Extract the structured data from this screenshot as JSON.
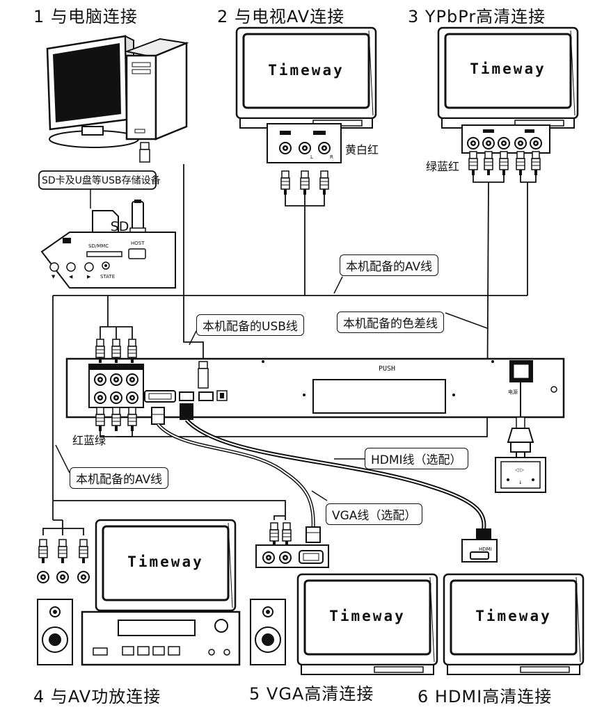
{
  "titles": {
    "t1": "1 与电脑连接",
    "t2": "2 与电视AV连接",
    "t3": "3 YPbPr高清连接",
    "t4": "4 与AV功放连接",
    "t5": "5 VGA高清连接",
    "t6": "6 HDMI高清连接"
  },
  "brand": "Timeway",
  "labels": {
    "sd_usb": "SD卡及U盘等USB存储设备",
    "sd": "SD",
    "yellow_white_red": "黄白红",
    "green_blue_red": "绿蓝红",
    "red_blue_green": "红蓝绿",
    "av_cable_top": "本机配备的AV线",
    "usb_cable": "本机配备的USB线",
    "component_cable": "本机配备的色差线",
    "hdmi_cable": "HDMI线（选配）",
    "av_cable_bottom": "本机配备的AV线",
    "vga_cable": "VGA线（选配）",
    "push": "PUSH",
    "hdmi_port": "HDMI"
  }
}
